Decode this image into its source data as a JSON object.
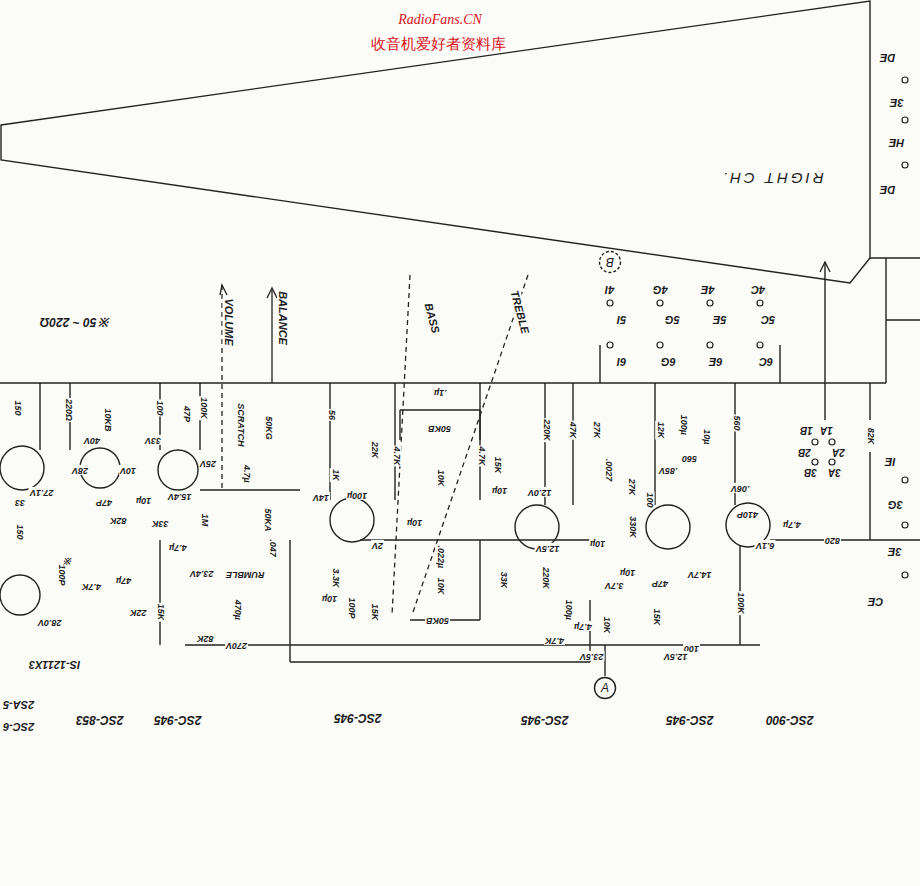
{
  "diagram": {
    "nodes": [
      {
        "text": [
          "RIGHT CH."
        ]
      },
      {
        "text": [
          "B"
        ]
      },
      {
        "text": [
          "A"
        ]
      }
    ],
    "labels": [
      "RadioFans.CN",
      "收音机爱好者资料库",
      "※ 50 ~ 220Ω",
      "VOLUME",
      "BALANCE",
      "BASS",
      "TREBLE",
      "4I",
      "4G",
      "4E",
      "4C",
      "5I",
      "5G",
      "5E",
      "5C",
      "6I",
      "6G",
      "6E",
      "6C",
      "1B",
      "1A",
      "2B",
      "2A",
      "3B",
      "3A",
      "DE",
      "3E",
      "HE",
      "DE",
      "IE",
      "3G",
      "3E",
      "CE",
      "2SC-900",
      "2SC-945",
      "2SC-945",
      "2SC-945",
      "2SC-945",
      "2SC-853",
      "2SC-6",
      "2SA-5",
      "IS-1211X3",
      "150",
      "220Ω",
      "10KB",
      "40V",
      "28V",
      "27.1V",
      "33",
      "150",
      "47P",
      "82K",
      "10V",
      "10µ",
      "47µ",
      "4.7K",
      "22K",
      "100P",
      "28.0V",
      "※",
      "100",
      "33V",
      "15.4V",
      "33K",
      "4.7µ",
      "15K",
      "1M",
      "23.4V",
      "47P",
      "100K",
      "25V",
      "SCRATCH",
      "4.7µ",
      "50KG",
      "50KA",
      ".047",
      "RUMBLE",
      "470µ",
      "270V",
      "82K",
      "56",
      "1K",
      "14V",
      "100µ",
      "22K",
      "4.7K",
      "3.3K",
      "2V",
      "10µ",
      "100P",
      "15K",
      ".1µ",
      "50KB",
      "10K",
      "10µ",
      ".022µ",
      "10K",
      "50KB",
      "4.7K",
      "15K",
      "10µ",
      "33K",
      "12.0V",
      "12.5V",
      "220K",
      "220K",
      "47K",
      "100µ",
      "4.7µ",
      "4.7K",
      "23.5V",
      "10K",
      "27K",
      ".0027",
      "27K",
      "10µ",
      "330K",
      "3.7V",
      "10µ",
      "47P",
      "15K",
      "12K",
      "100",
      ".85V",
      "100µ",
      "10µ",
      "560",
      "560",
      "14.7V",
      "100K",
      "100",
      "12.5V",
      ".06V",
      "410P",
      "4.7µ",
      "6.1V",
      "820",
      "82K"
    ]
  }
}
